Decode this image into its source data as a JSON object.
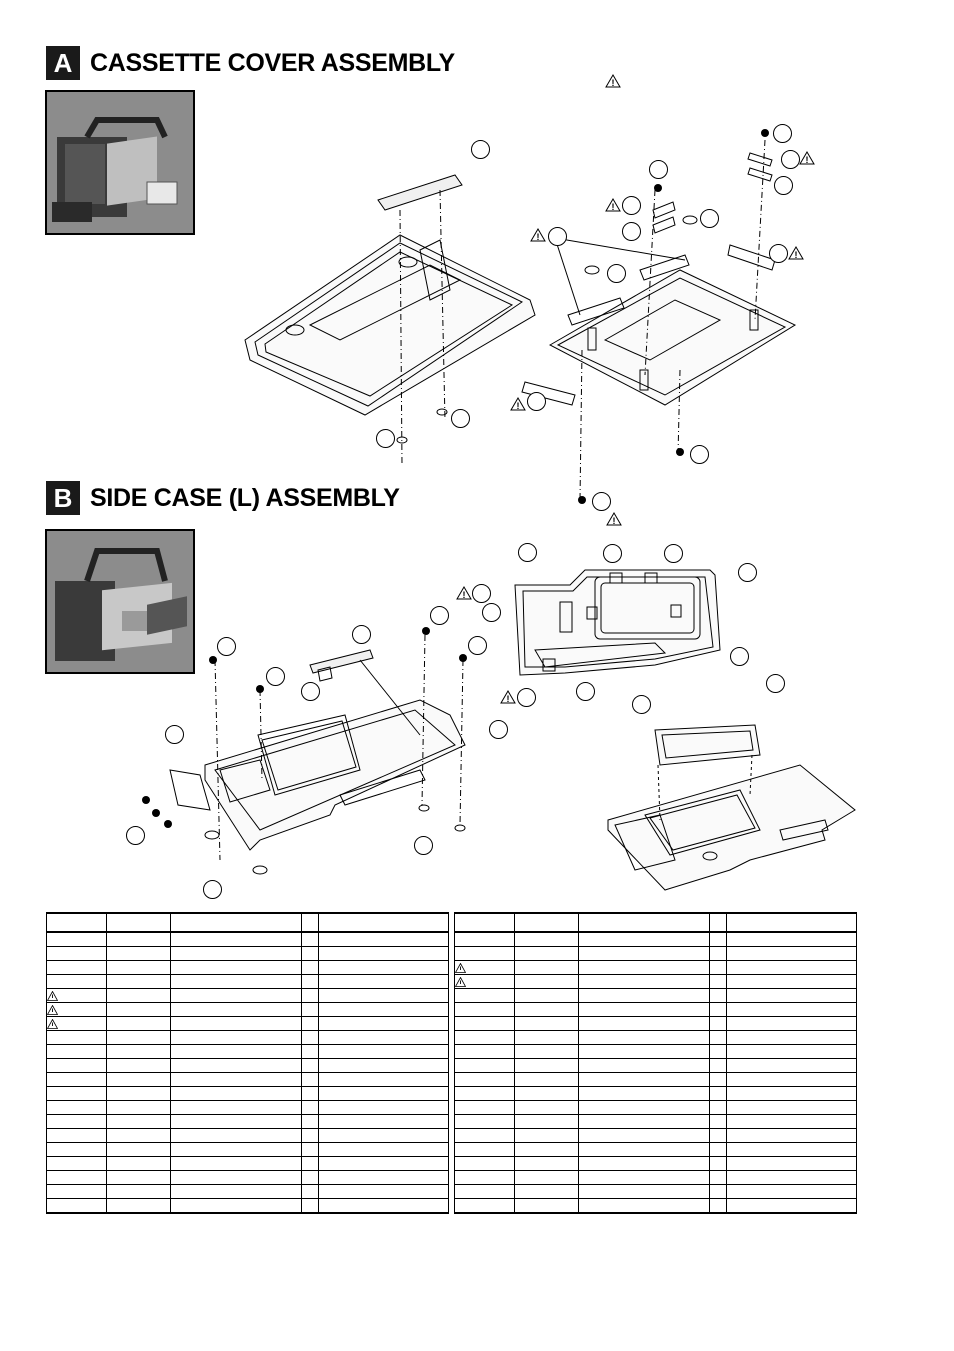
{
  "section_a": {
    "letter": "A",
    "title": "CASSETTE COVER ASSEMBLY"
  },
  "section_b": {
    "letter": "B",
    "title": "SIDE CASE (L) ASSEMBLY"
  },
  "icons": {
    "warning": "warning-triangle-icon"
  },
  "colors": {
    "heading_bg": "#1a1a1a",
    "photo_bg": "#8c8c8c"
  },
  "tables": {
    "left_rows": 20,
    "right_rows": 20,
    "left_warning_rows": [
      4,
      5,
      6
    ],
    "right_warning_rows": [
      2,
      3
    ]
  }
}
